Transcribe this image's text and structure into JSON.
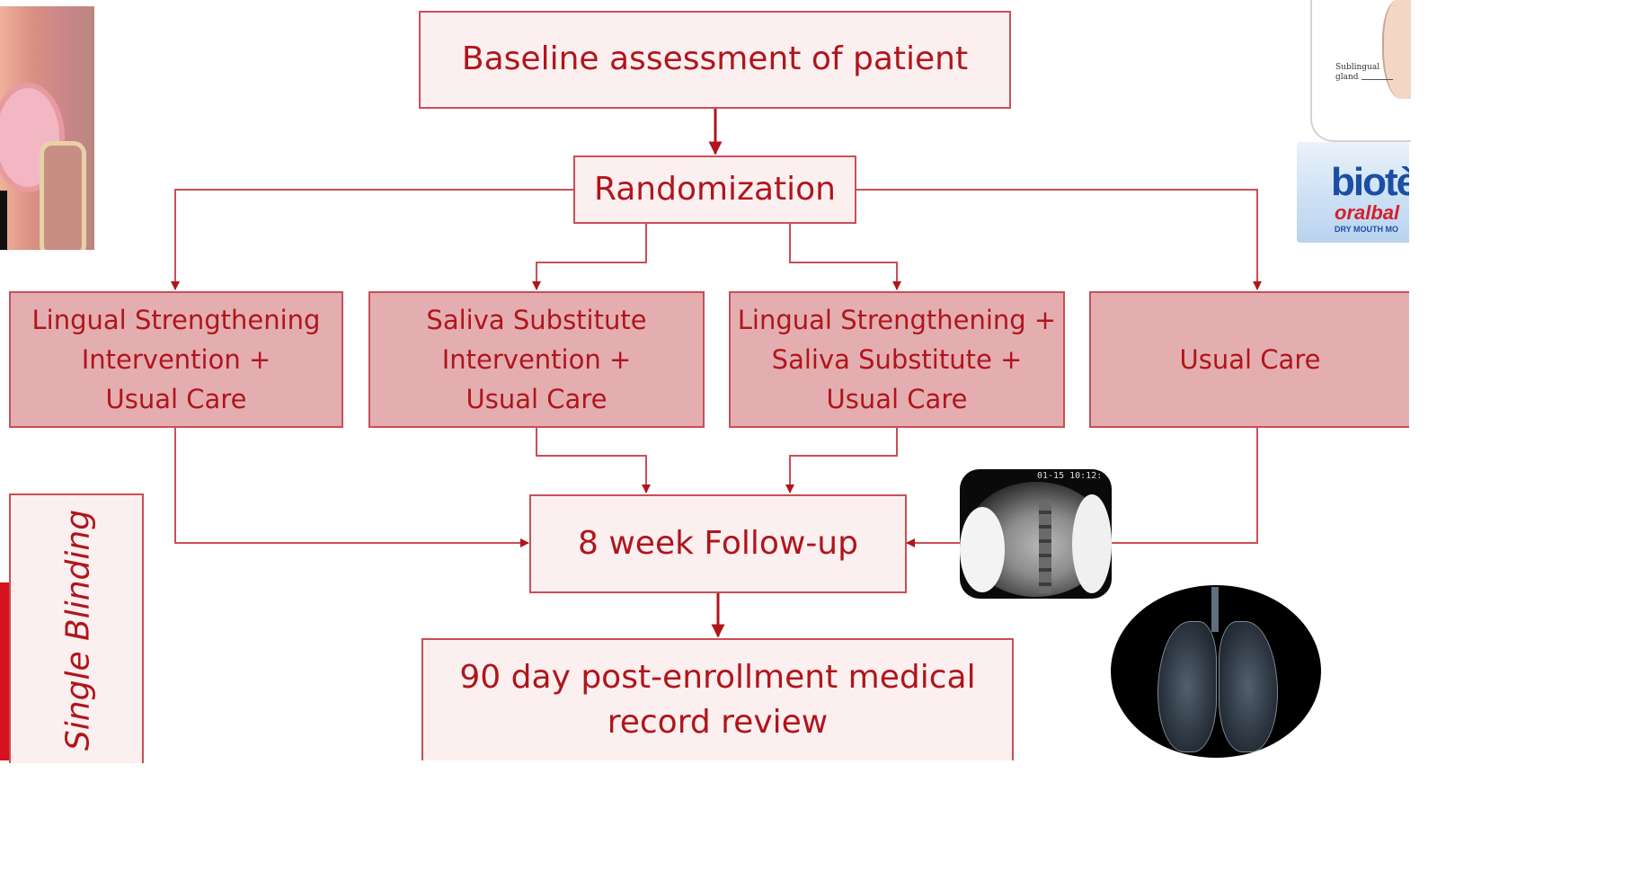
{
  "flow": {
    "baseline": "Baseline assessment of patient",
    "randomization": "Randomization",
    "arms": [
      {
        "lines": [
          "Lingual Strengthening",
          "Intervention +",
          "Usual Care"
        ]
      },
      {
        "lines": [
          "Saliva Substitute",
          "Intervention +",
          "Usual Care"
        ]
      },
      {
        "lines": [
          "Lingual Strengthening +",
          "Saliva Substitute +",
          "Usual Care"
        ]
      },
      {
        "lines": [
          "Usual Care"
        ]
      }
    ],
    "followup": "8 week Follow-up",
    "record_review_lines": [
      "90 day post-enrollment medical",
      "record review"
    ],
    "side_label": "Single Blinding"
  },
  "images": {
    "gland_caption_line1": "Sublingual",
    "gland_caption_line2": "gland",
    "product_brand": "biotè",
    "product_name": "oralbal",
    "product_tagline": "DRY MOUTH MO",
    "xray_timestamp": "01-15  10:12:"
  },
  "colors": {
    "stroke": "#c84f55",
    "text": "#b0151c",
    "light_fill": "#fcefef",
    "dark_fill": "#e4aeb0"
  }
}
